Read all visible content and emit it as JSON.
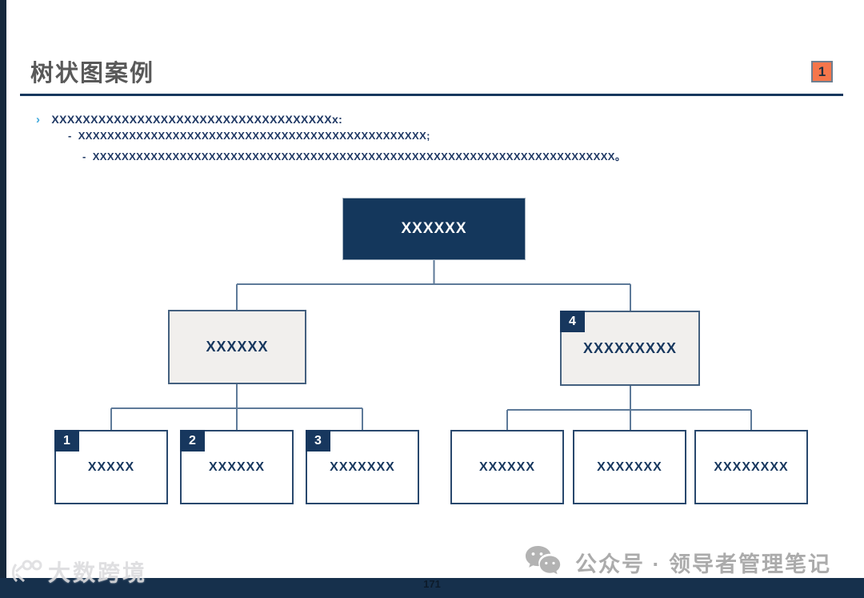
{
  "slide": {
    "title": "树状图案例",
    "corner_badge": "1",
    "page_number": "171"
  },
  "bullets": {
    "chevron": "›",
    "dash": "-",
    "line1": "XXXXXXXXXXXXXXXXXXXXXXXXXXXXXXXXXXXXx:",
    "line2": "XXXXXXXXXXXXXXXXXXXXXXXXXXXXXXXXXXXXXXXXXXXXXXXX;",
    "line3": "XXXXXXXXXXXXXXXXXXXXXXXXXXXXXXXXXXXXXXXXXXXXXXXXXXXXXXXXXXXXXXXXXXXXXXXX。"
  },
  "tree": {
    "root": {
      "label": "XXXXXX"
    },
    "level2": [
      {
        "badge": "",
        "label": "XXXXXX"
      },
      {
        "badge": "4",
        "label": "XXXXXXXXX"
      }
    ],
    "level3": [
      {
        "badge": "1",
        "label": "XXXXX"
      },
      {
        "badge": "2",
        "label": "XXXXXX"
      },
      {
        "badge": "3",
        "label": "XXXXXXX"
      },
      {
        "badge": "",
        "label": "XXXXXX"
      },
      {
        "badge": "",
        "label": "XXXXXXX"
      },
      {
        "badge": "",
        "label": "XXXXXXXX"
      }
    ]
  },
  "watermark": {
    "wechat_label": "公众号 · 领导者管理笔记",
    "brand_label": "大数跨境"
  },
  "colors": {
    "navy_box": "#14375C",
    "navy_badge": "#17375E",
    "underline": "#17375E",
    "orange_badge": "#F5764B",
    "light_box": "#F1EFED",
    "connector": "#5E7A99",
    "title_gray": "#595959",
    "bullet_navy": "#1F3864",
    "watermark_gray": "#ABABAB",
    "bottom_bar": "#16304C",
    "left_bar": "#16293D"
  }
}
